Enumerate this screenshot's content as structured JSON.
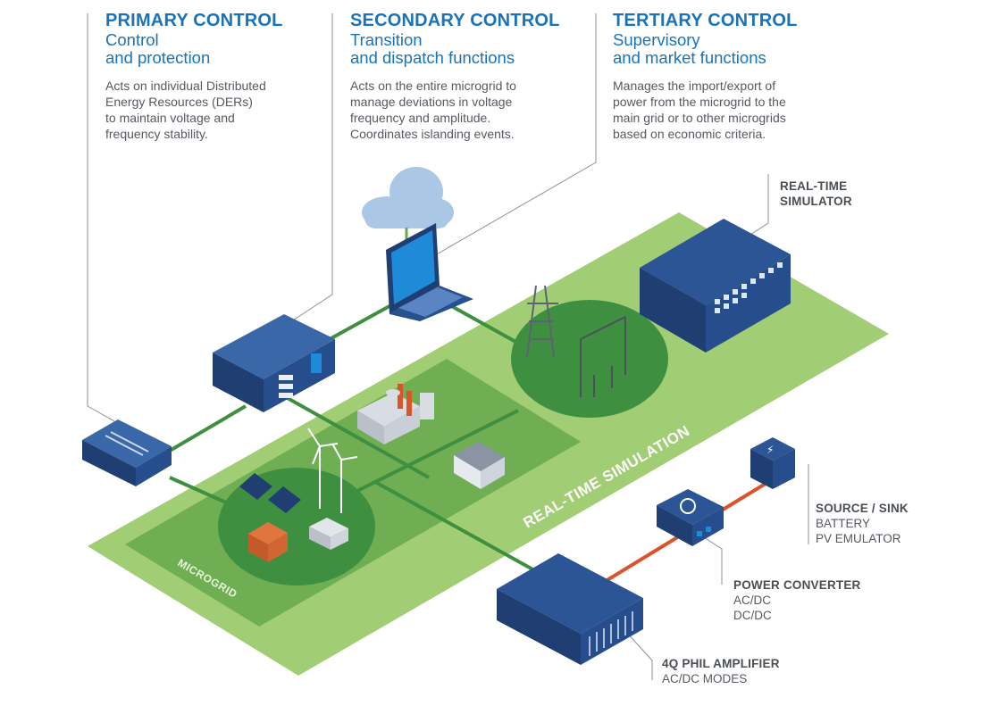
{
  "columns": [
    {
      "title": "PRIMARY CONTROL",
      "subtitle": [
        "Control",
        "and protection"
      ],
      "description": [
        "Acts on individual Distributed",
        "Energy Resources (DERs)",
        "to maintain voltage and",
        "frequency stability."
      ]
    },
    {
      "title": "SECONDARY CONTROL",
      "subtitle": [
        "Transition",
        "and dispatch functions"
      ],
      "description": [
        "Acts on the entire microgrid to",
        "manage deviations in voltage",
        "frequency and amplitude.",
        "Coordinates islanding events."
      ]
    },
    {
      "title": "TERTIARY CONTROL",
      "subtitle": [
        "Supervisory",
        "and market functions"
      ],
      "description": [
        "Manages the import/export of",
        "power from the microgrid to the",
        "main grid or to other microgrids",
        "based on economic criteria."
      ]
    }
  ],
  "labels": {
    "real_time_simulator": [
      "REAL-TIME",
      "SIMULATOR"
    ],
    "source_sink": {
      "title": "SOURCE / SINK",
      "lines": [
        "BATTERY",
        "PV EMULATOR"
      ]
    },
    "power_converter": {
      "title": "POWER CONVERTER",
      "lines": [
        "AC/DC",
        "DC/DC"
      ]
    },
    "amplifier": {
      "title": "4Q PHIL AMPLIFIER",
      "lines": [
        "AC/DC MODES"
      ]
    },
    "platform": "REAL-TIME SIMULATION",
    "microgrid": "MICROGRID"
  },
  "colors": {
    "heading_blue": "#1a73b8",
    "platform_green": "#9bc96e",
    "microgrid_green": "#6aa84f",
    "circle_green": "#3d8b3d",
    "device_navy": "#1f3f73",
    "power_line_red": "#d9532b"
  }
}
